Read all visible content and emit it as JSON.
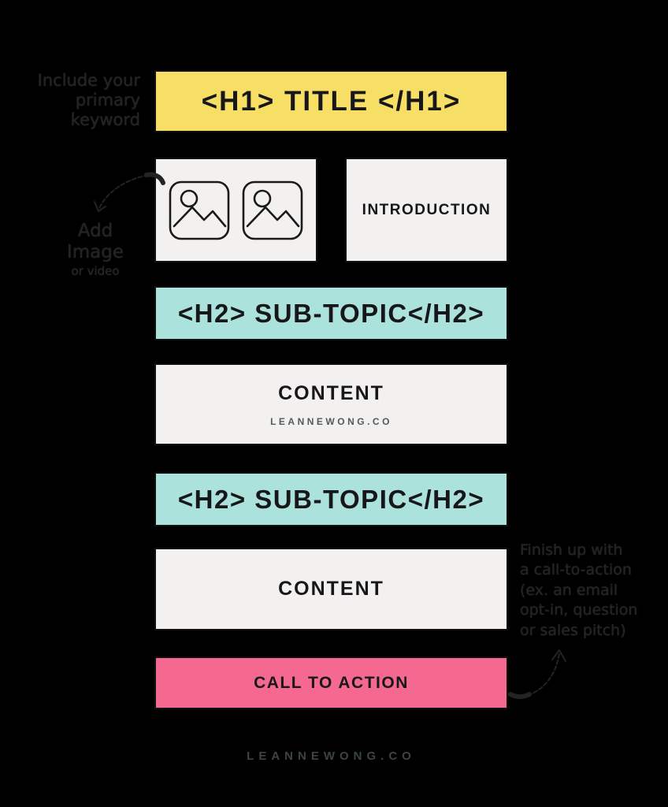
{
  "palette": {
    "background": "#000000",
    "h1_yellow": "#F7DF66",
    "h2_teal": "#ABE2DC",
    "cta_pink": "#F56990",
    "block_offwhite": "#F2F1EF",
    "block_text": "#17171a",
    "footer_gray": "#3A4545",
    "annotation_black": "#232323"
  },
  "diagram": {
    "h1_block": {
      "label": "<H1> TITLE </H1>"
    },
    "media_block": {
      "icon": "image-placeholder-icon",
      "icon_count": 2
    },
    "intro_block": {
      "label": "INTRODUCTION"
    },
    "subtopic_block_1": {
      "label": "<H2> SUB-TOPIC</H2>"
    },
    "content_block_1": {
      "label": "CONTENT",
      "watermark": "LEANNEWONG.CO"
    },
    "subtopic_block_2": {
      "label": "<H2> SUB-TOPIC</H2>"
    },
    "content_block_2": {
      "label": "CONTENT"
    },
    "cta_block": {
      "label": "CALL TO ACTION"
    }
  },
  "annotations": {
    "keyword_note": {
      "lines": [
        "Include your",
        "primary",
        "keyword"
      ]
    },
    "media_note": {
      "title": "Add Image",
      "subtitle": "or video"
    },
    "cta_note": {
      "lines": [
        "Finish up with",
        "a call-to-action",
        "(ex. an email",
        "opt-in, question",
        "or sales pitch)"
      ]
    }
  },
  "footer": {
    "brand": "LEANNEWONG.CO"
  }
}
